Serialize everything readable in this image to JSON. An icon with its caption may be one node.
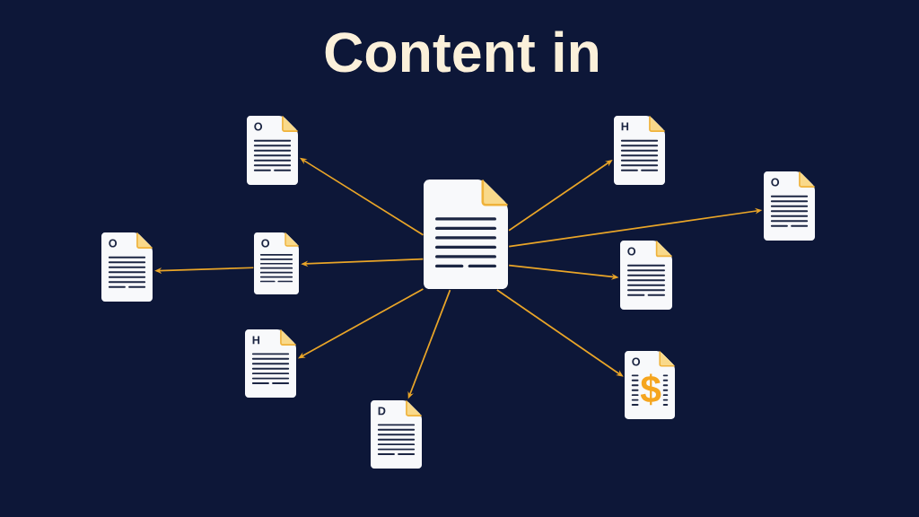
{
  "diagram": {
    "title": "Content in",
    "nodes": [
      {
        "text": [
          "O"
        ]
      },
      {
        "text": [
          "H"
        ]
      },
      {
        "text": [
          "O"
        ]
      },
      {
        "text": [],
        "shape": "document"
      },
      {
        "text": [
          "O"
        ]
      },
      {
        "text": [
          "O"
        ]
      },
      {
        "text": [
          "O"
        ]
      },
      {
        "text": [
          "H"
        ]
      },
      {
        "text": [
          "O",
          "$"
        ]
      },
      {
        "text": [
          "D"
        ]
      }
    ],
    "edges": [
      {
        "from": 3,
        "to": 0,
        "arrow": "to"
      },
      {
        "from": 3,
        "to": 1,
        "arrow": "to"
      },
      {
        "from": 3,
        "to": 2,
        "arrow": "to"
      },
      {
        "from": 3,
        "to": 5,
        "arrow": "to"
      },
      {
        "from": 5,
        "to": 4,
        "arrow": "to"
      },
      {
        "from": 3,
        "to": 6,
        "arrow": "to"
      },
      {
        "from": 3,
        "to": 7,
        "arrow": "to"
      },
      {
        "from": 3,
        "to": 8,
        "arrow": "to"
      },
      {
        "from": 3,
        "to": 9,
        "arrow": "to"
      }
    ]
  }
}
